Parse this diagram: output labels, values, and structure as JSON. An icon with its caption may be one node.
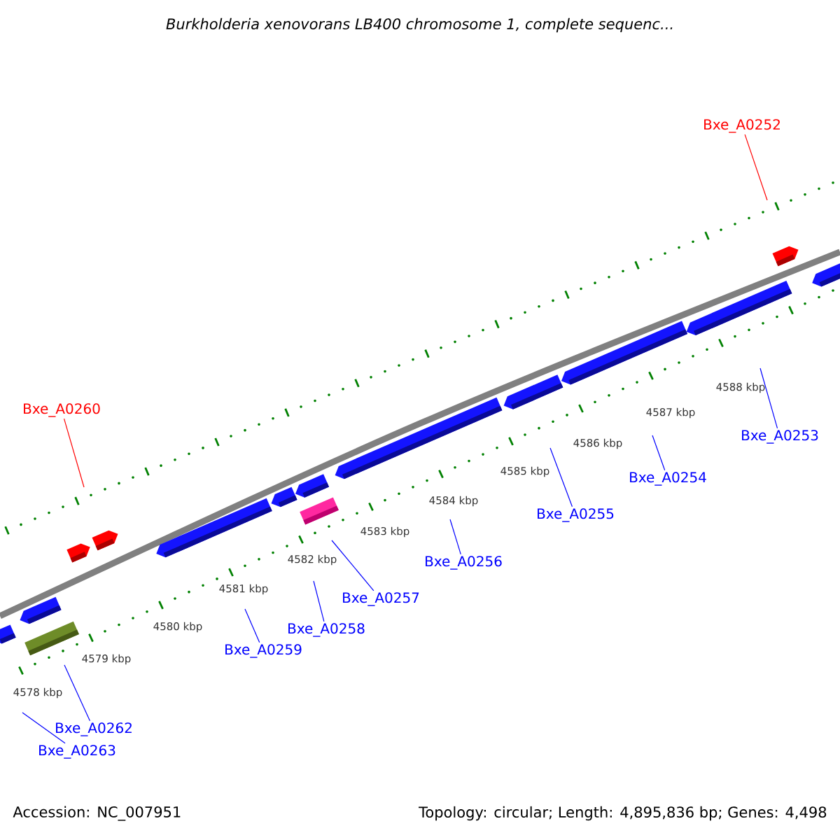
{
  "diagram": {
    "title": "Burkholderia xenovorans LB400 chromosome 1, complete sequenc...",
    "nodes": [
      {
        "text": [
          "Bxe_A0252"
        ]
      },
      {
        "text": [
          "Bxe_A0260"
        ]
      },
      {
        "text": [
          "Bxe_A0253"
        ]
      },
      {
        "text": [
          "Bxe_A0254"
        ]
      },
      {
        "text": [
          "Bxe_A0255"
        ]
      },
      {
        "text": [
          "Bxe_A0256"
        ]
      },
      {
        "text": [
          "Bxe_A0257"
        ]
      },
      {
        "text": [
          "Bxe_A0258"
        ]
      },
      {
        "text": [
          "Bxe_A0259"
        ]
      },
      {
        "text": [
          "Bxe_A0262"
        ]
      },
      {
        "text": [
          "Bxe_A0263"
        ]
      }
    ],
    "edges": [
      {
        "from": 0,
        "to": null,
        "arrow": "none",
        "color": "#ff0000"
      },
      {
        "from": 1,
        "to": null,
        "arrow": "none",
        "color": "#ff0000"
      },
      {
        "from": 2,
        "to": null,
        "arrow": "none"
      },
      {
        "from": 3,
        "to": null,
        "arrow": "none"
      },
      {
        "from": 4,
        "to": null,
        "arrow": "none"
      },
      {
        "from": 5,
        "to": null,
        "arrow": "none"
      },
      {
        "from": 6,
        "to": null,
        "arrow": "none"
      },
      {
        "from": 7,
        "to": null,
        "arrow": "none"
      },
      {
        "from": 8,
        "to": null,
        "arrow": "none"
      },
      {
        "from": 9,
        "to": null,
        "arrow": "none"
      },
      {
        "from": 10,
        "to": null,
        "arrow": "none"
      }
    ],
    "labels": [
      "4588 kbp",
      "4587 kbp",
      "4586 kbp",
      "4585 kbp",
      "4584 kbp",
      "4583 kbp",
      "4582 kbp",
      "4581 kbp",
      "4580 kbp",
      "4579 kbp",
      "4578 kbp",
      "Accession: NC_007951",
      "Topology: circular; Length: 4,895,836 bp; Genes: 4,498"
    ]
  }
}
